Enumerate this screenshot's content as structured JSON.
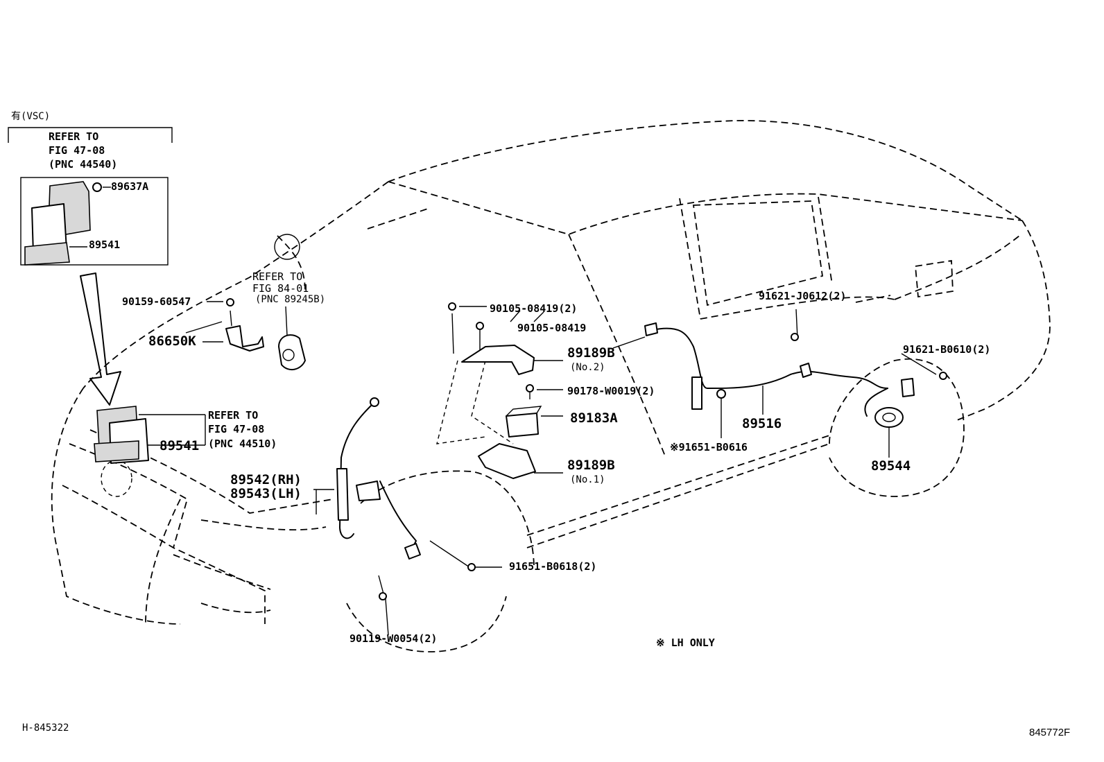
{
  "note_top": "有(VSC)",
  "inset_refer": {
    "line1": "REFER TO",
    "line2": "FIG 47-08",
    "line3": "(PNC 44540)"
  },
  "inset_parts": {
    "p89637a": "89637A",
    "p89541": "89541"
  },
  "refer_84": {
    "line1": "REFER TO",
    "line2": "FIG 84-01",
    "line3": "(PNC 89245B)"
  },
  "refer_47b": {
    "line1": "REFER TO",
    "line2": "FIG 47-08",
    "line3": "(PNC 44510)"
  },
  "parts": {
    "p90159": "90159-60547",
    "p86650k": "86650K",
    "p89541_main": "89541",
    "p90105_2": "90105-08419(2)",
    "p90105": "90105-08419",
    "p89189b_top": "89189B",
    "p89189b_top_no": "(No.2)",
    "p90178": "90178-W0019(2)",
    "p89183a": "89183A",
    "p89189b_bot": "89189B",
    "p89189b_bot_no": "(No.1)",
    "p89542": "89542(RH)",
    "p89543": "89543(LH)",
    "p91651_0618": "91651-B0618(2)",
    "p90119": "90119-W0054(2)",
    "p91621_j": "91621-J0612(2)",
    "p91621_b": "91621-B0610(2)",
    "p89516": "89516",
    "p91651_0616": "※91651-B0616",
    "p89544": "89544"
  },
  "note_lh": "※ LH ONLY",
  "code_left": "H-845322",
  "code_right": "845772F"
}
